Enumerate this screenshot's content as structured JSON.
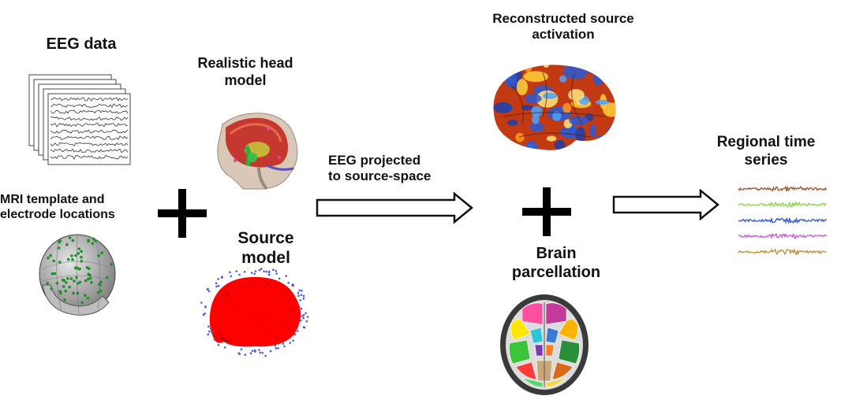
{
  "labels": {
    "eeg_data": "EEG data",
    "mri_template": "MRI template and\nelectrode locations",
    "head_model": "Realistic head\nmodel",
    "source_model": "Source\nmodel",
    "eeg_projected": "EEG projected\nto source-space",
    "reconstructed": "Reconstructed source\nactivation",
    "parcellation": "Brain\nparcellation",
    "regional": "Regional time\nseries"
  },
  "colors": {
    "arrow_stroke": "#111111",
    "plus": "#000000",
    "source_red": "#ff0000",
    "series": [
      "#a0522d",
      "#8fd14f",
      "#2f56c9",
      "#c15ad8",
      "#c08a3a"
    ]
  },
  "icons": [
    "eeg-stack-icon",
    "electrode-head-icon",
    "head-model-icon",
    "source-model-icon",
    "cortex-activation-icon",
    "parcellation-icon",
    "time-series-icon"
  ]
}
